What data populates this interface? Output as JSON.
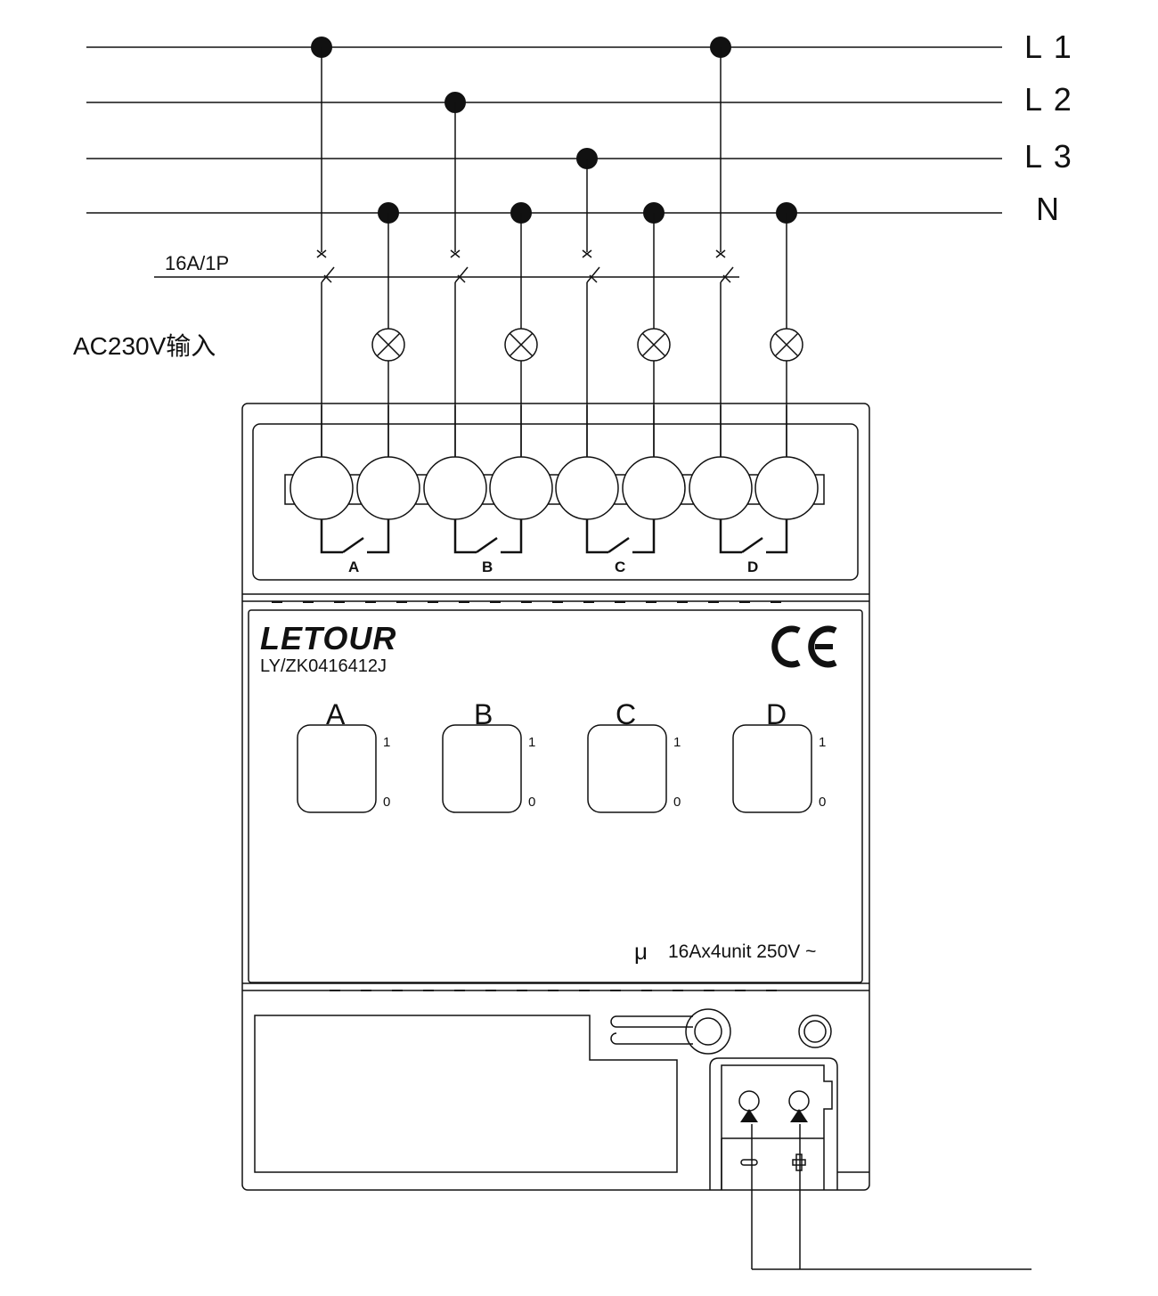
{
  "bus_lines": [
    {
      "label": "L 1"
    },
    {
      "label": "L 2"
    },
    {
      "label": "L 3"
    },
    {
      "label": "N"
    }
  ],
  "breaker_label": "16A/1P",
  "input_label": "AC230V输入",
  "channels": [
    {
      "terminal_label": "A",
      "button_label": "A",
      "pos_on": "1",
      "pos_off": "0"
    },
    {
      "terminal_label": "B",
      "button_label": "B",
      "pos_on": "1",
      "pos_off": "0"
    },
    {
      "terminal_label": "C",
      "button_label": "C",
      "pos_on": "1",
      "pos_off": "0"
    },
    {
      "terminal_label": "D",
      "button_label": "D",
      "pos_on": "1",
      "pos_off": "0"
    }
  ],
  "brand": "LETOUR",
  "model": "LY/ZK0416412J",
  "ce_mark": "CE",
  "rating_symbol": "μ",
  "rating": "16Ax4unit 250V ~",
  "bus_terminal": {
    "minus": "−",
    "plus": "+"
  }
}
